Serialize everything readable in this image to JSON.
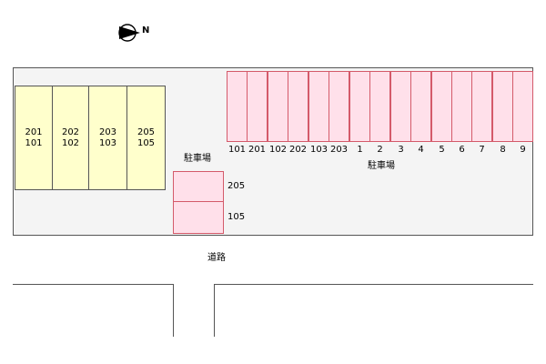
{
  "compass": {
    "letter": "N",
    "icon": "north-arrow-icon"
  },
  "buildings": [
    {
      "top": "201",
      "bottom": "101"
    },
    {
      "top": "202",
      "bottom": "102"
    },
    {
      "top": "203",
      "bottom": "103"
    },
    {
      "top": "205",
      "bottom": "105"
    }
  ],
  "main_lot": {
    "label": "駐車場",
    "spaces": [
      "101",
      "201",
      "102",
      "202",
      "103",
      "203",
      "1",
      "2",
      "3",
      "4",
      "5",
      "6",
      "7",
      "8",
      "9"
    ]
  },
  "small_lot": {
    "label": "駐車場",
    "spaces": [
      "205",
      "105"
    ]
  },
  "road": {
    "label": "道路"
  },
  "colors": {
    "building_fill": "#ffffcc",
    "parking_fill": "#ffe0ea",
    "parking_border": "#d45a6a",
    "lot_fill": "#f4f4f4"
  }
}
